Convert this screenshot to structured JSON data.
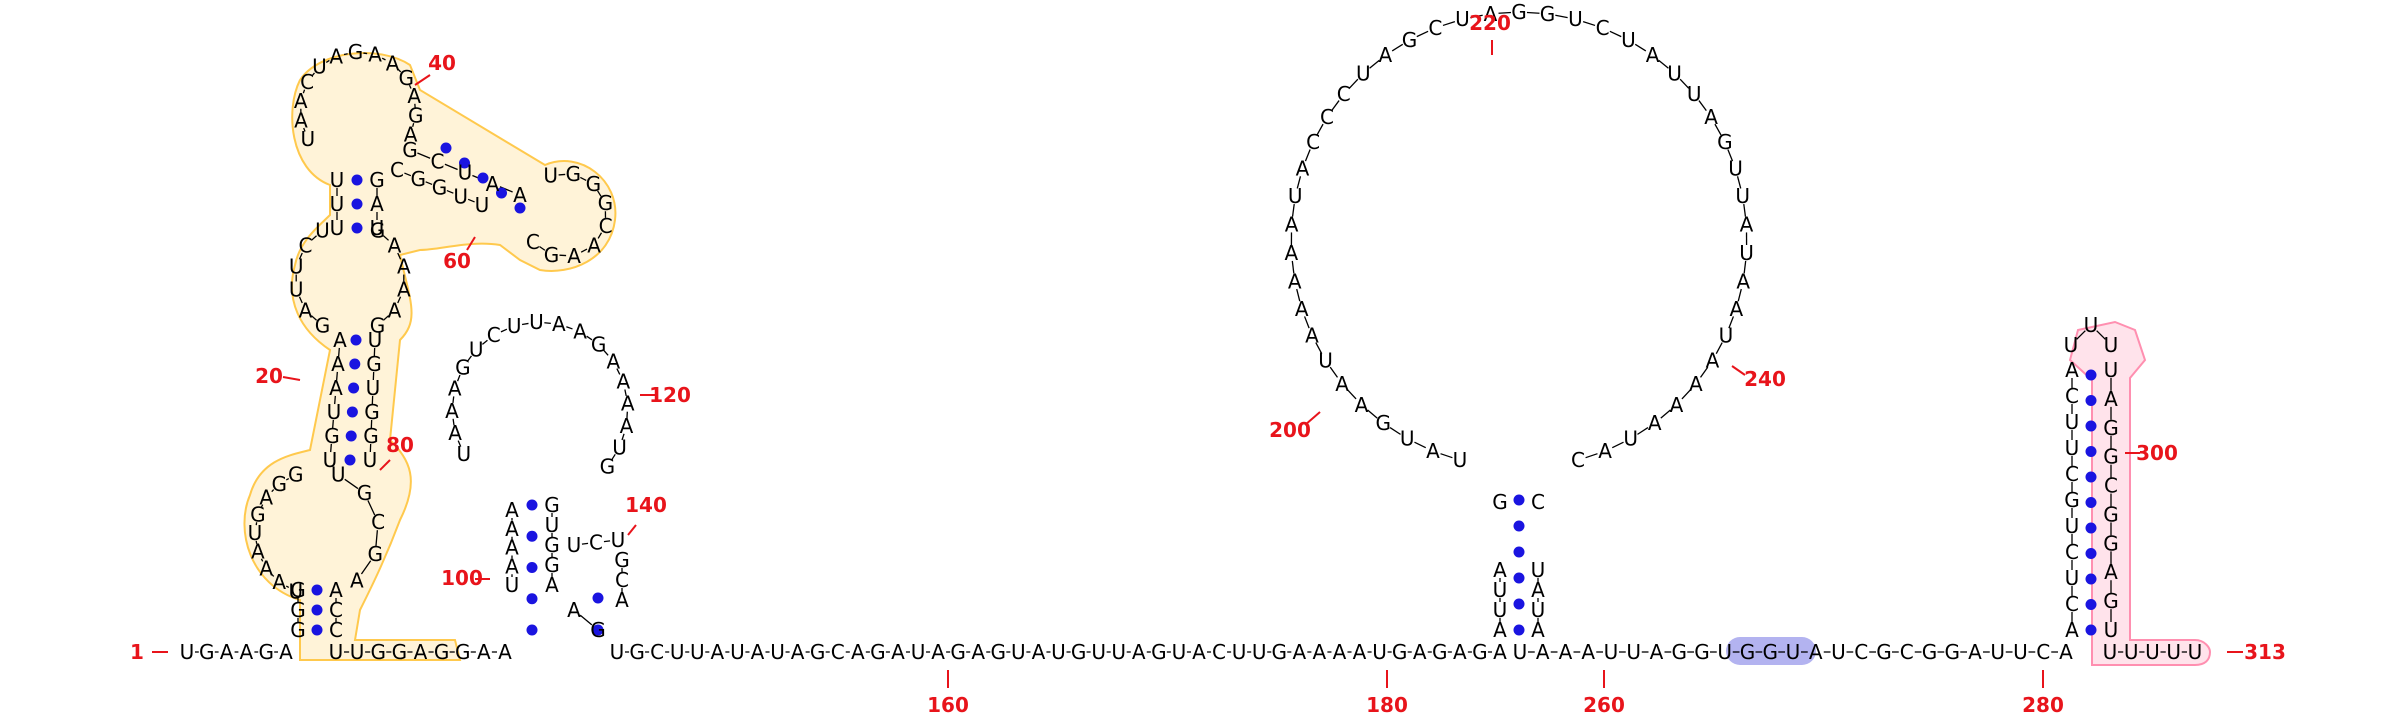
{
  "nucleotides": {
    "backbone_5prime": "UGAAGA",
    "bottom_row_a": "UUGGAGGAA",
    "bottom_row_b": "UGCUUAUAUAGCAGAUAGAGUAUGUUAGUACUUGAAAAUGAGAGA",
    "bottom_row_c": "UAAAUUAGGUGGUAUCGCGGAUUCA",
    "tail_3prime": "UUUUU",
    "helix1_left": "GGG",
    "helix1_right": "CCA",
    "loop1": "UAAAUGAGG",
    "helix2_left": "UGUAAA",
    "helix2_right": "UGGUGU",
    "loop2": "GAUUCU",
    "helix3_left": "UUU",
    "helix3_right": "UAG",
    "hairpin1_loop": "UAACUAGAAGAGA",
    "helix4": "CGGU",
    "helix4b": "GCUAA",
    "hairpin2_loop": "UGGGCAAGC",
    "stem_interior": "AGAAAGC",
    "loop_mid_small": "GUCUGAUCA",
    "loop_mid_large": "UAAAGUCUUAAGAAAAUG",
    "stem_large_left": "AUUA",
    "stem_large_right": "UAUA",
    "large_loop": "UAUGAAUAAAAAUACCCUAGCUAGGUCUAUUAGUUAUAAUAAAAUAC",
    "hairpin3_left": "ACUCUGCUUCA",
    "hairpin3_right": "UAGGCGGAGU",
    "hairpin3_loop": "UUU"
  },
  "position_labels": [
    "1",
    "20",
    "40",
    "60",
    "80",
    "100",
    "120",
    "140",
    "160",
    "180",
    "200",
    "220",
    "240",
    "260",
    "280",
    "300",
    "313"
  ],
  "highlight_colors": {
    "region_yellow": "#ffc94d",
    "region_blue": "#8080e6",
    "region_pink": "#ff8fb0",
    "pair_dot": "#1a14e0",
    "label": "#e8141b"
  }
}
